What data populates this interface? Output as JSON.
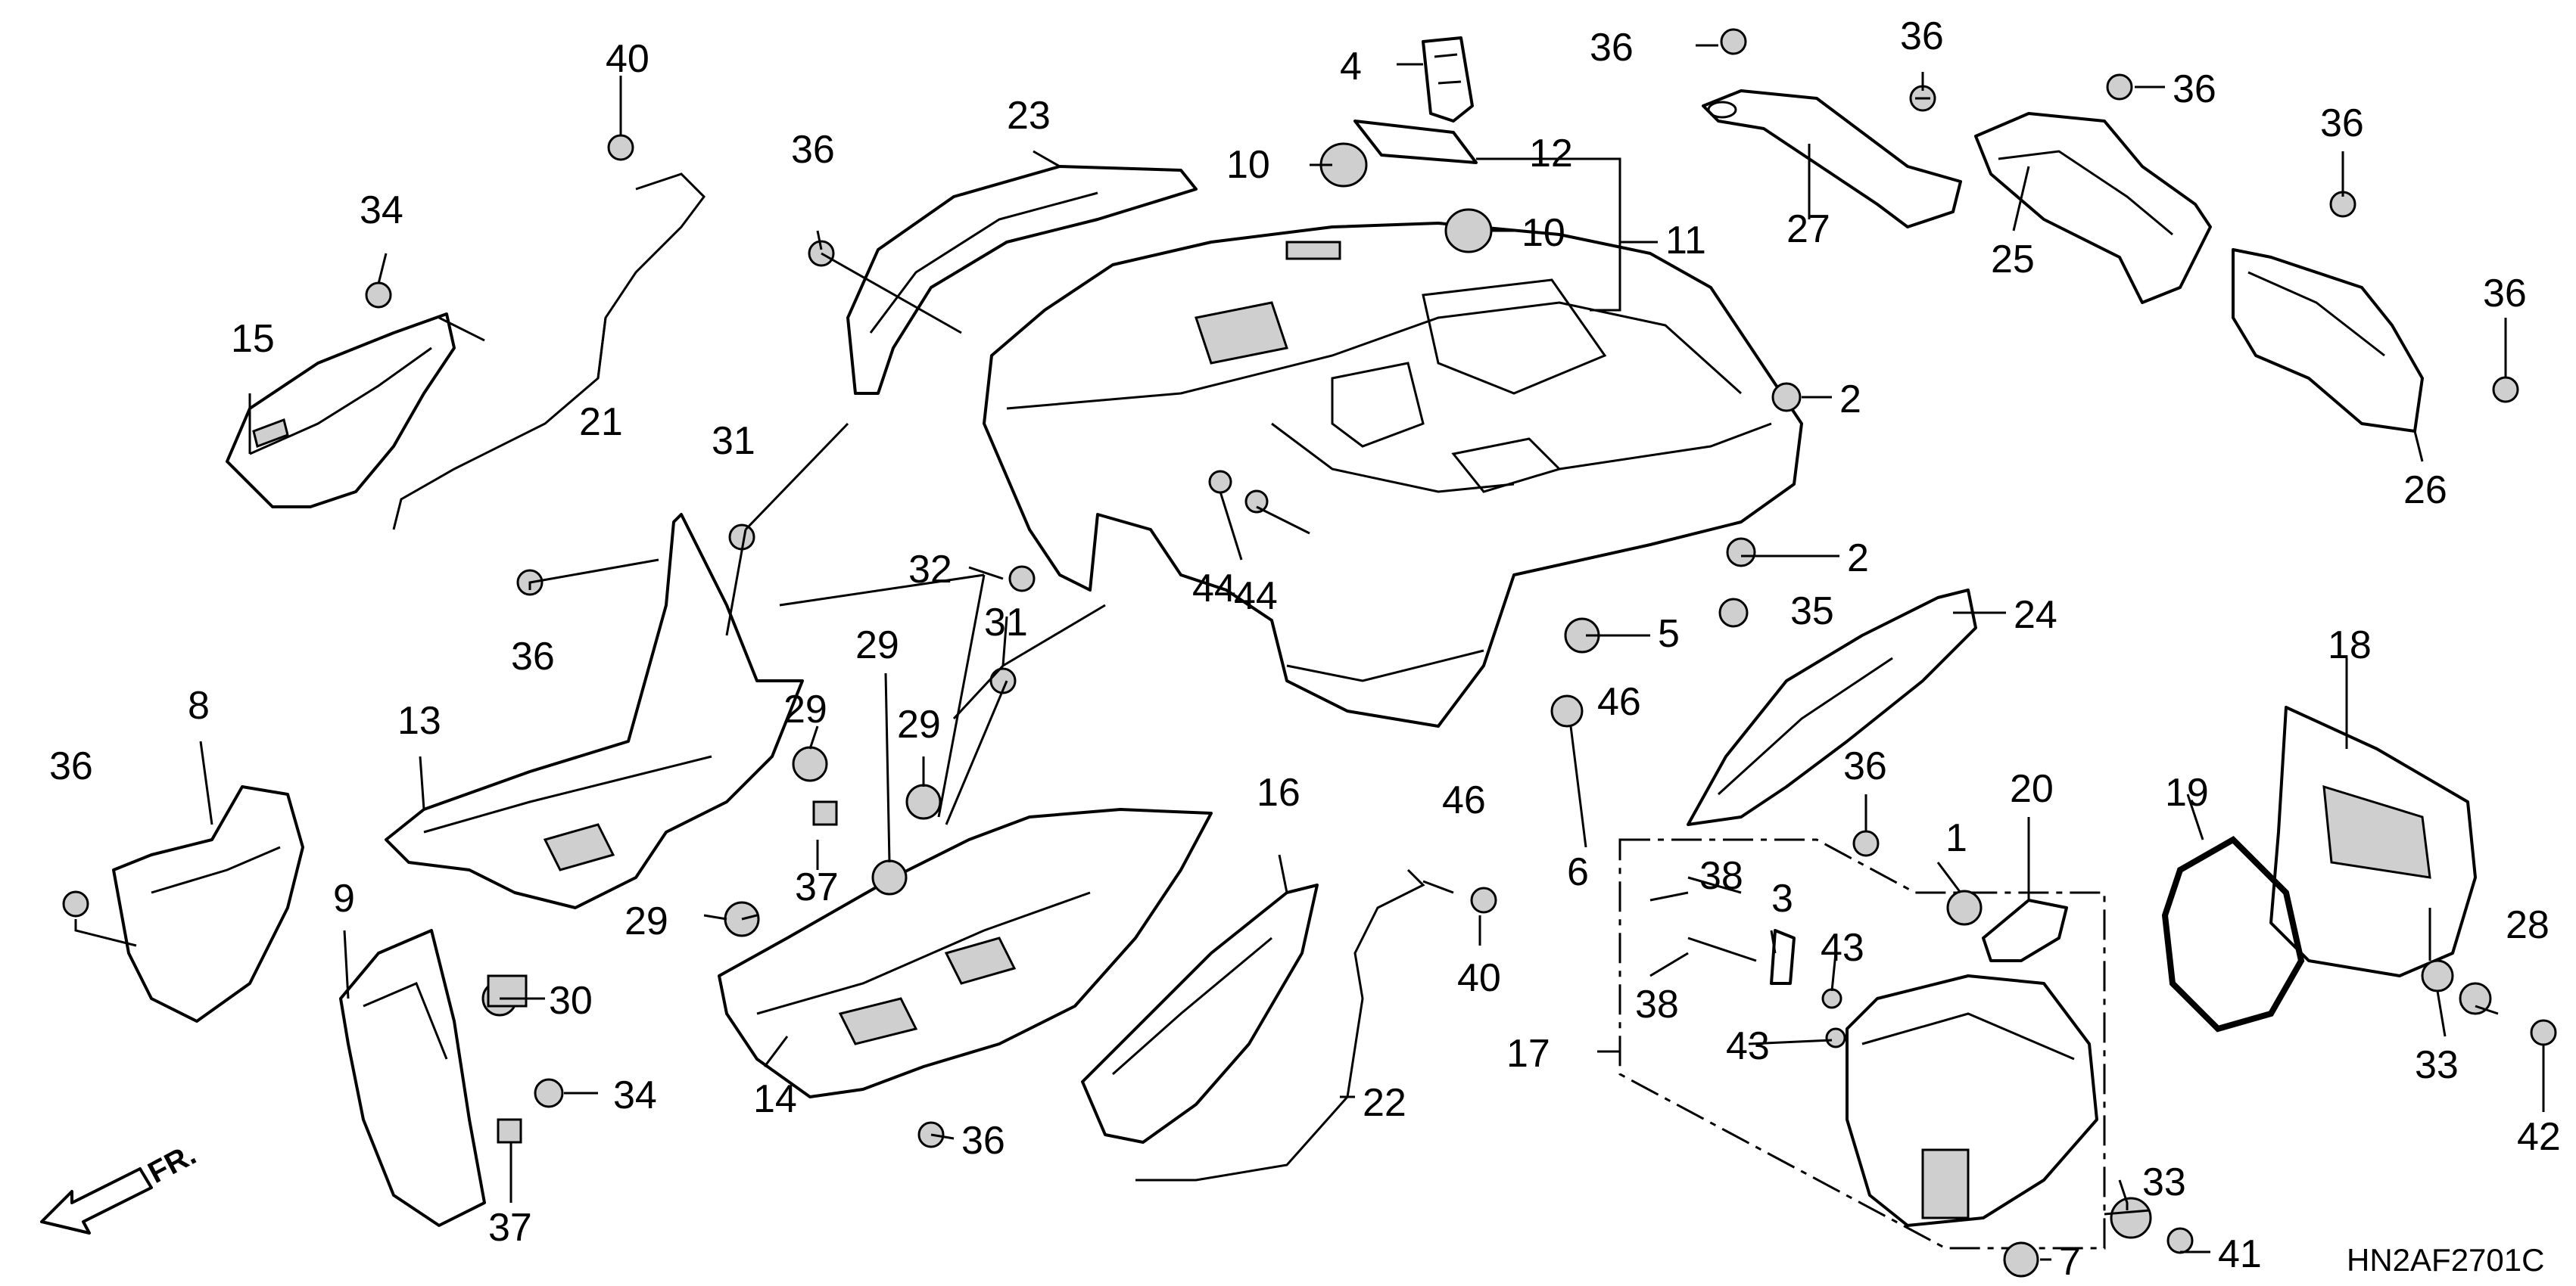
{
  "diagram": {
    "drawing_code": "HN2AF2701C",
    "direction_label": "FR.",
    "callouts": [
      "1",
      "2",
      "2",
      "3",
      "4",
      "5",
      "6",
      "7",
      "8",
      "9",
      "10",
      "10",
      "11",
      "12",
      "13",
      "14",
      "15",
      "16",
      "17",
      "18",
      "19",
      "20",
      "21",
      "22",
      "23",
      "24",
      "25",
      "26",
      "27",
      "28",
      "29",
      "29",
      "29",
      "29",
      "29",
      "30",
      "31",
      "31",
      "32",
      "33",
      "33",
      "33",
      "34",
      "34",
      "35",
      "36",
      "36",
      "36",
      "36",
      "36",
      "36",
      "36",
      "36",
      "36",
      "36",
      "36",
      "37",
      "37",
      "38",
      "38",
      "40",
      "40",
      "41",
      "42",
      "43",
      "43",
      "44",
      "44",
      "46",
      "46"
    ]
  }
}
